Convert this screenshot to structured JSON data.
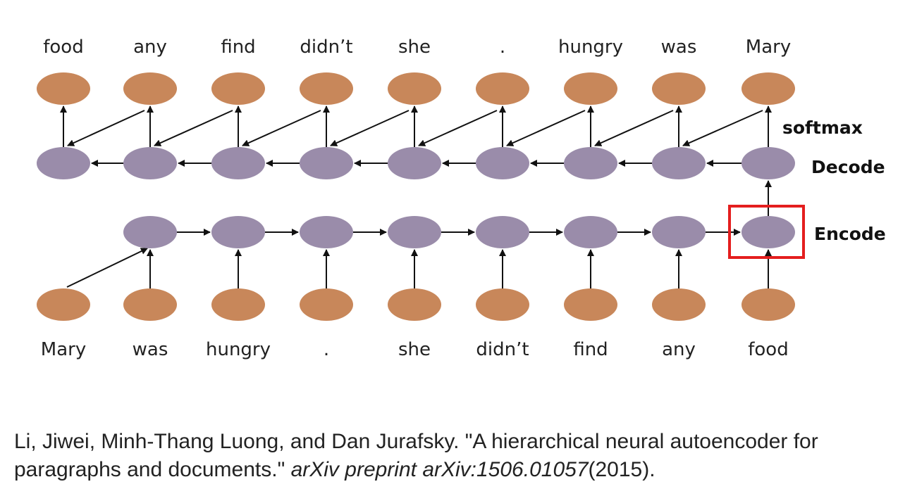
{
  "diagram": {
    "decoder_output_words": [
      "food",
      "any",
      "find",
      "didn’t",
      "she",
      ".",
      "hungry",
      "was",
      "Mary"
    ],
    "encoder_input_words": [
      "Mary",
      "was",
      "hungry",
      ".",
      "she",
      "didn’t",
      "find",
      "any",
      "food"
    ],
    "labels": {
      "softmax": "softmax",
      "decode": "Decode",
      "encode": "Encode"
    },
    "colors": {
      "word_node": "#c8875a",
      "hidden_node": "#9a8caa",
      "arrow": "#111111",
      "highlight": "#e41e1e"
    }
  },
  "citation": {
    "text_before": "Li, Jiwei, Minh-Thang Luong, and Dan Jurafsky. \"A hierarchical neural autoencoder for paragraphs and documents.\" ",
    "venue": "arXiv preprint arXiv:1506.01057",
    "year": "(2015)."
  }
}
